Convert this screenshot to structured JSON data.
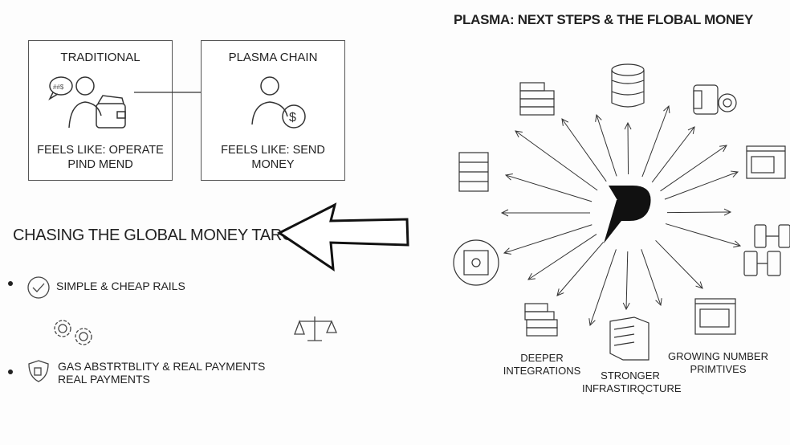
{
  "top_title": "PLASMA: NEXT STEPS & THE FLOBAL MONEY",
  "comparison": {
    "traditional": {
      "title": "TRADITIONAL",
      "caption_line1": "FEELS LIKE: OPERATE",
      "caption_line2": "PIND MEND"
    },
    "plasma": {
      "title": "PLASMA CHAIN",
      "caption_line1": "FEELS LIKE: SEND",
      "caption_line2": "MONEY"
    }
  },
  "section_heading": "CHASING THE GLOBAL MONEY TARGET",
  "bullets": [
    {
      "icon": "check-circle-icon",
      "text": "SIMPLE & CHEAP RAILS"
    },
    {
      "icon": "shield-gas-icon",
      "text_line1": "GAS ABSTRTBLITY & REAL PAYMENTS",
      "text_line2": "REAL PAYMENTS"
    }
  ],
  "hub": {
    "logo": "P",
    "labels": {
      "deeper": {
        "line1": "DEEPER",
        "line2": "INTEGRATIONS"
      },
      "stronger": {
        "line1": "STRONGER",
        "line2": "INFRASTIRQCTURE"
      },
      "growing": {
        "line1": "GROWING NUMBER",
        "line2": "PRIMTIVES"
      }
    }
  },
  "colors": {
    "ink": "#222222",
    "background": "#fdfdfd"
  }
}
